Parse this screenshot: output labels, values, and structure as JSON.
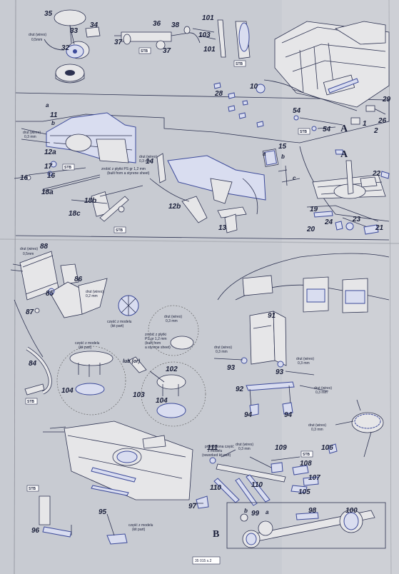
{
  "page_code": "35 015 s.2",
  "section_markers": {
    "a": "A",
    "b": "B"
  },
  "stb": "STB",
  "notes": {
    "wire_05": [
      "drut (wires)",
      "0,5mm"
    ],
    "wire_03": [
      "drut (wires)",
      "0,3 mm"
    ],
    "wire_02": [
      "drut (wires)",
      "0,2 mm"
    ],
    "styrene": [
      "zrobić z płytki PS gr 1,2 mm",
      "(built from a styrene sheet)"
    ],
    "styrene2": [
      "zrobić z płytki",
      "PS gr 1,2 mm",
      "(built from",
      "a styrene sheet)"
    ],
    "kit_part": [
      "część z modelu",
      "(kit part)"
    ],
    "reworked": [
      "przeróbiona część",
      "z modelu",
      "(reworked kit part)"
    ],
    "lub_or": "lub (or)"
  },
  "part_labels": [
    "35",
    "33",
    "34",
    "32",
    "36",
    "38",
    "37",
    "37",
    "101",
    "103",
    "101",
    "10",
    "28",
    "29",
    "26",
    "54",
    "54",
    "1",
    "2",
    "11",
    "12a",
    "17",
    "16",
    "16",
    "18a",
    "18b",
    "18c",
    "15",
    "14",
    "12b",
    "13",
    "22",
    "19",
    "20",
    "24",
    "23",
    "21",
    "88",
    "86",
    "85",
    "87",
    "84",
    "104",
    "102",
    "103",
    "104",
    "91",
    "93",
    "93",
    "92",
    "94",
    "94",
    "111",
    "109",
    "106",
    "108",
    "107",
    "105",
    "110",
    "110",
    "95",
    "96",
    "97",
    "99",
    "98",
    "100"
  ],
  "sub_letters": [
    "a",
    "b",
    "a",
    "b",
    "c",
    "b",
    "a"
  ]
}
